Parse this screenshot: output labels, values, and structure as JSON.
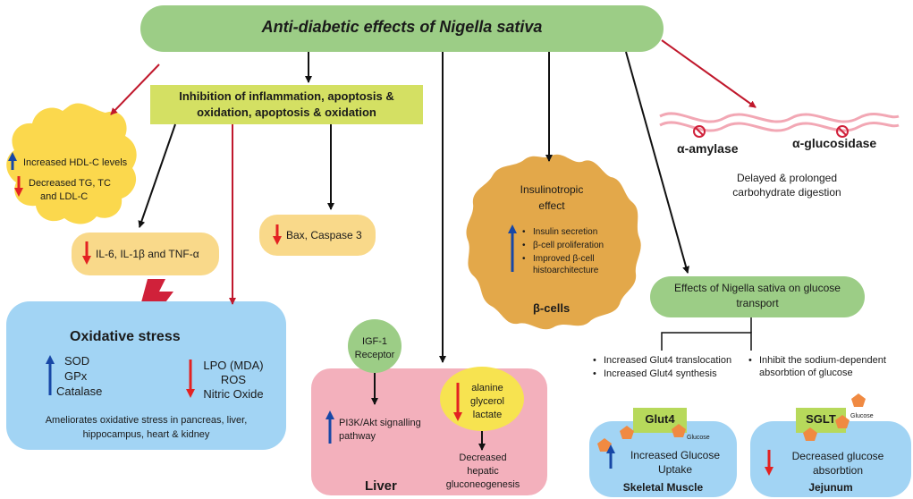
{
  "title": "Anti-diabetic effects of Nigella sativa",
  "inflammation_box": {
    "line1": "Inhibition of inflammation, apoptosis &",
    "line2": "oxidation, apoptosis & oxidation"
  },
  "lipids": {
    "increased": "Increased HDL-C levels",
    "decreased_line1": "Decreased TG, TC",
    "decreased_line2": "and LDL-C"
  },
  "cytokines": "IL-6, IL-1β and TNF-α",
  "apoptosis": "Bax, Caspase 3",
  "oxidative_stress": {
    "title": "Oxidative stress",
    "up": [
      "SOD",
      "GPx",
      "Catalase"
    ],
    "down": [
      "LPO (MDA)",
      "ROS",
      "Nitric Oxide"
    ],
    "note_line1": "Ameliorates oxidative stress in pancreas,  liver,",
    "note_line2": "hippocampus, heart & kidney"
  },
  "igf": {
    "line1": "IGF-1",
    "line2": "Receptor"
  },
  "liver": {
    "label": "Liver",
    "pi3k_line1": "PI3K/Akt signalling",
    "pi3k_line2": "pathway",
    "substrates": [
      "alanine",
      "glycerol",
      "lactate"
    ],
    "gng": [
      "Decreased",
      "hepatic",
      "gluconeogenesis"
    ]
  },
  "beta_cells": {
    "heading_line1": "Insulinotropic",
    "heading_line2": "effect",
    "items": [
      "Insulin secretion",
      "β-cell proliferation",
      "Improved β-cell"
    ],
    "item3_cont": "histoarchitecture",
    "label": "β-cells"
  },
  "enzymes": {
    "amylase": "α-amylase",
    "glucosidase": "α-glucosidase",
    "line1": "Delayed & prolonged",
    "line2": "carbohydrate digestion"
  },
  "glucose_transport": {
    "line1": "Effects of Nigella sativa on glucose",
    "line2": "transport",
    "left_items": [
      "Increased Glut4 translocation",
      "Increased Glut4 synthesis"
    ],
    "right_item_line1": "Inhibit the sodium-dependent",
    "right_item_line2": "absorbtion of glucose"
  },
  "muscle": {
    "transporter": "Glut4",
    "glucose_tag": "Glucose",
    "effect_line1": "Increased Glucose",
    "effect_line2": "Uptake",
    "label": "Skeletal Muscle"
  },
  "jejunum": {
    "transporter": "SGLT",
    "glucose_tag": "Glucose",
    "effect_line1": "Decreased glucose",
    "effect_line2": "absorbtion",
    "label": "Jejunum"
  },
  "colors": {
    "green": "#9ccd86",
    "lime": "#d4e063",
    "yellow": "#fbd84d",
    "peach": "#f9d98a",
    "blue": "#a2d4f4",
    "pink": "#f3b0bc",
    "orange": "#e3a84a",
    "arrow_up": "#1747a6",
    "arrow_down": "#e32222",
    "connector_red": "#c0182c",
    "pentagon": "#f08a42"
  }
}
